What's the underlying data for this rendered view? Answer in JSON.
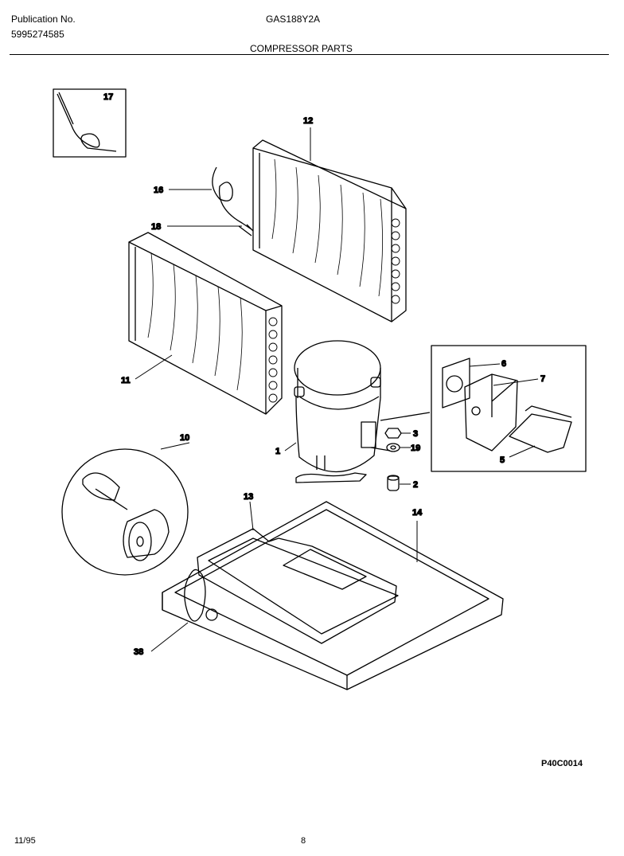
{
  "header": {
    "publication_label": "Publication No.",
    "publication_number": "5995274585",
    "model": "GAS188Y2A",
    "section_title": "COMPRESSOR PARTS"
  },
  "callouts": {
    "c1": "1",
    "c2": "2",
    "c3": "3",
    "c5": "5",
    "c6": "6",
    "c7": "7",
    "c10": "10",
    "c11": "11",
    "c12": "12",
    "c13": "13",
    "c14": "14",
    "c16": "16",
    "c17": "17",
    "c18": "18",
    "c19": "19",
    "c38": "38"
  },
  "figure_code": "P40C0014",
  "footer": {
    "date": "11/95",
    "page": "8"
  }
}
